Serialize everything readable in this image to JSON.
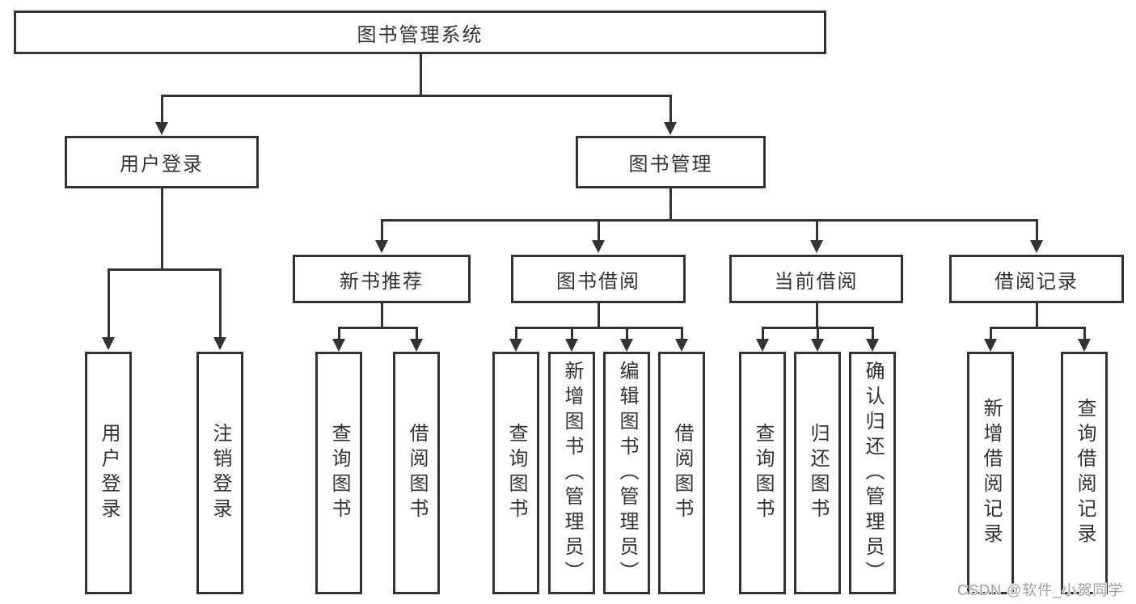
{
  "diagram": {
    "root": {
      "label": "图书管理系统"
    },
    "user_login": {
      "label": "用户登录",
      "children": [
        {
          "label": "用户登录"
        },
        {
          "label": "注销登录"
        }
      ]
    },
    "book_management": {
      "label": "图书管理",
      "sections": [
        {
          "label": "新书推荐",
          "children": [
            {
              "label": "查询图书"
            },
            {
              "label": "借阅图书"
            }
          ]
        },
        {
          "label": "图书借阅",
          "children": [
            {
              "label": "查询图书"
            },
            {
              "label": "新增图书（管理员）"
            },
            {
              "label": "编辑图书（管理员）"
            },
            {
              "label": "借阅图书"
            }
          ]
        },
        {
          "label": "当前借阅",
          "children": [
            {
              "label": "查询图书"
            },
            {
              "label": "归还图书"
            },
            {
              "label": "确认归还（管理员）"
            }
          ]
        },
        {
          "label": "借阅记录",
          "children": [
            {
              "label": "新增借阅记录"
            },
            {
              "label": "查询借阅记录"
            }
          ]
        }
      ]
    }
  },
  "watermark": {
    "text": "CSDN @软件_小贺同学"
  },
  "colors": {
    "stroke": "#333333",
    "text": "#333333",
    "watermark": "#9e9e9e",
    "background": "#ffffff"
  }
}
